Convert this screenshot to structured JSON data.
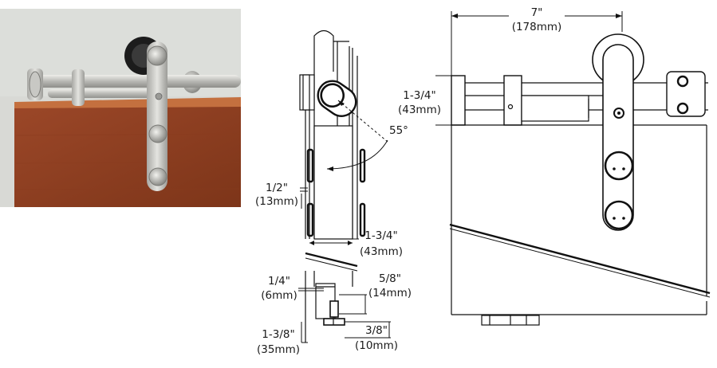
{
  "photo": {
    "subject": "stainless barn door hardware on wood door",
    "colors": {
      "wall": "#d9dad6",
      "door": "#8e3f22",
      "door_top": "#c06a3e",
      "steel": "#c8c8c4",
      "wheel": "#1c1c1c"
    }
  },
  "side_view": {
    "angle": "55°",
    "dims": {
      "gap_half_in": "1/2\"",
      "gap_half_mm": "(13mm)",
      "door_thick_in": "1-3/4\"",
      "door_thick_mm": "(43mm)",
      "guide_quarter_in": "1/4\"",
      "guide_quarter_mm": "(6mm)",
      "guide_58_in": "5/8\"",
      "guide_58_mm": "(14mm)",
      "guide_138_in": "1-3/8\"",
      "guide_138_mm": "(35mm)",
      "guide_38_in": "3/8\"",
      "guide_38_mm": "(10mm)"
    }
  },
  "front_view": {
    "dims": {
      "width_in": "7\"",
      "width_mm": "(178mm)",
      "rail_height_in": "1-3/4\"",
      "rail_height_mm": "(43mm)"
    }
  }
}
